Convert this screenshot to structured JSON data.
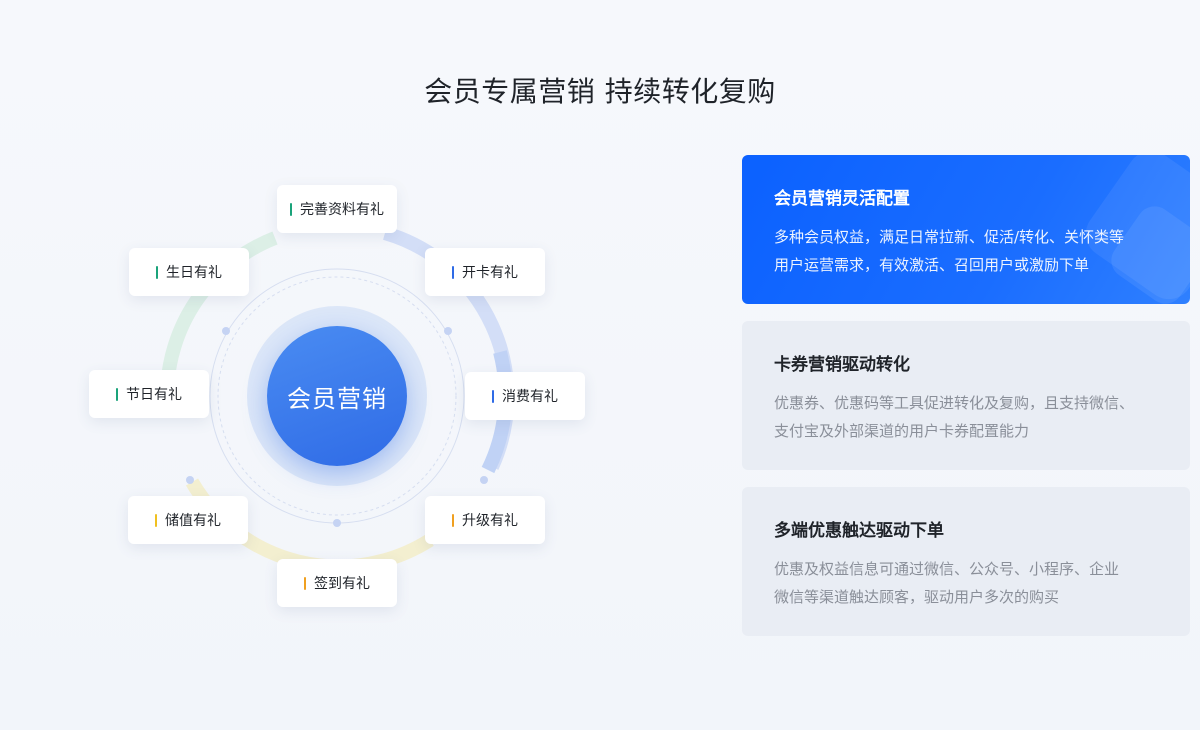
{
  "title": "会员专属营销 持续转化复购",
  "center_label": "会员营销",
  "pills": [
    {
      "label": "完善资料有礼",
      "bar_color": "#1aa37a"
    },
    {
      "label": "开卡有礼",
      "bar_color": "#2f6be6"
    },
    {
      "label": "消费有礼",
      "bar_color": "#2f6be6"
    },
    {
      "label": "升级有礼",
      "bar_color": "#f0a020"
    },
    {
      "label": "签到有礼",
      "bar_color": "#f0a020"
    },
    {
      "label": "储值有礼",
      "bar_color": "#f0c020"
    },
    {
      "label": "节日有礼",
      "bar_color": "#1aa37a"
    },
    {
      "label": "生日有礼",
      "bar_color": "#1aa37a"
    }
  ],
  "cards": [
    {
      "title": "会员营销灵活配置",
      "desc_line1": "多种会员权益，满足日常拉新、促活/转化、关怀类等",
      "desc_line2": "用户运营需求，有效激活、召回用户或激励下单"
    },
    {
      "title": "卡券营销驱动转化",
      "desc_line1": "优惠券、优惠码等工具促进转化及复购，且支持微信、",
      "desc_line2": "支付宝及外部渠道的用户卡券配置能力"
    },
    {
      "title": "多端优惠触达驱动下单",
      "desc_line1": "优惠及权益信息可通过微信、公众号、小程序、企业",
      "desc_line2": "微信等渠道触达顾客，驱动用户多次的购买"
    }
  ],
  "colors": {
    "accent": "#0b61ff",
    "ring_blue": "#c9d7f5",
    "ring_green": "#d9efe6",
    "ring_yellow": "#f4efcf"
  }
}
